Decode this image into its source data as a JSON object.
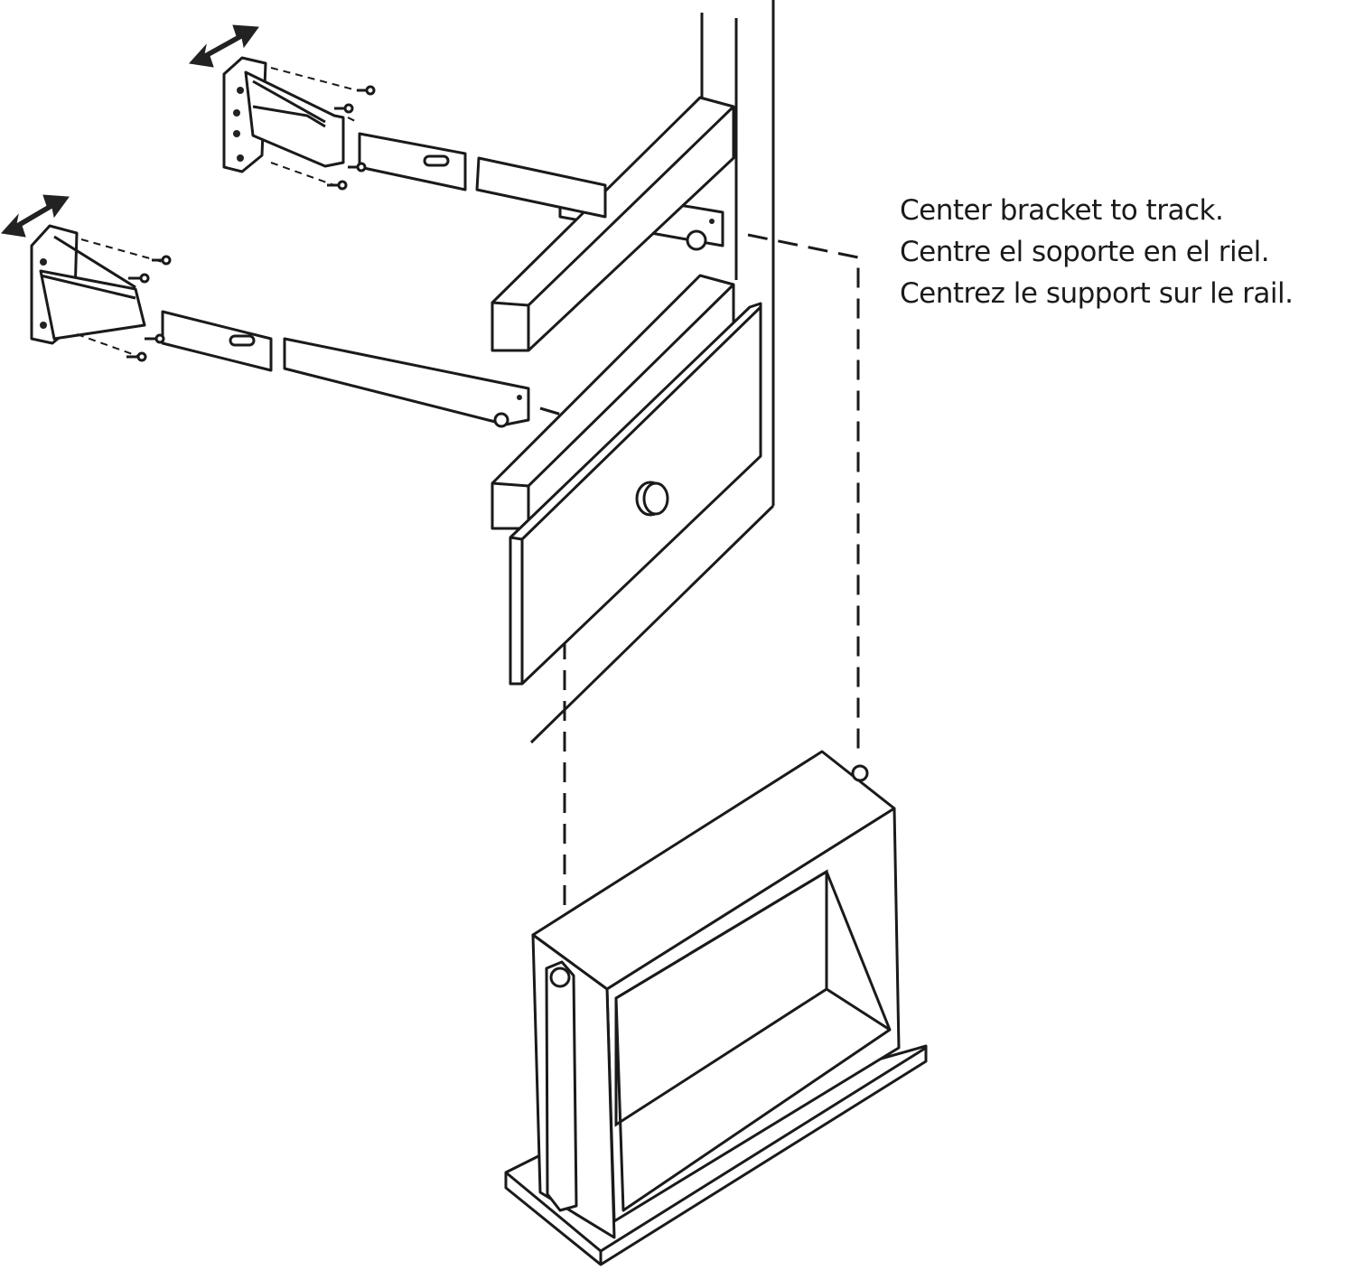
{
  "instructions": {
    "english": "Center bracket to track.",
    "spanish": "Centre el soporte en el riel.",
    "french": "Centrez le support sur le rail."
  },
  "colors": {
    "line": "#1a1a1a",
    "background": "#ffffff"
  }
}
